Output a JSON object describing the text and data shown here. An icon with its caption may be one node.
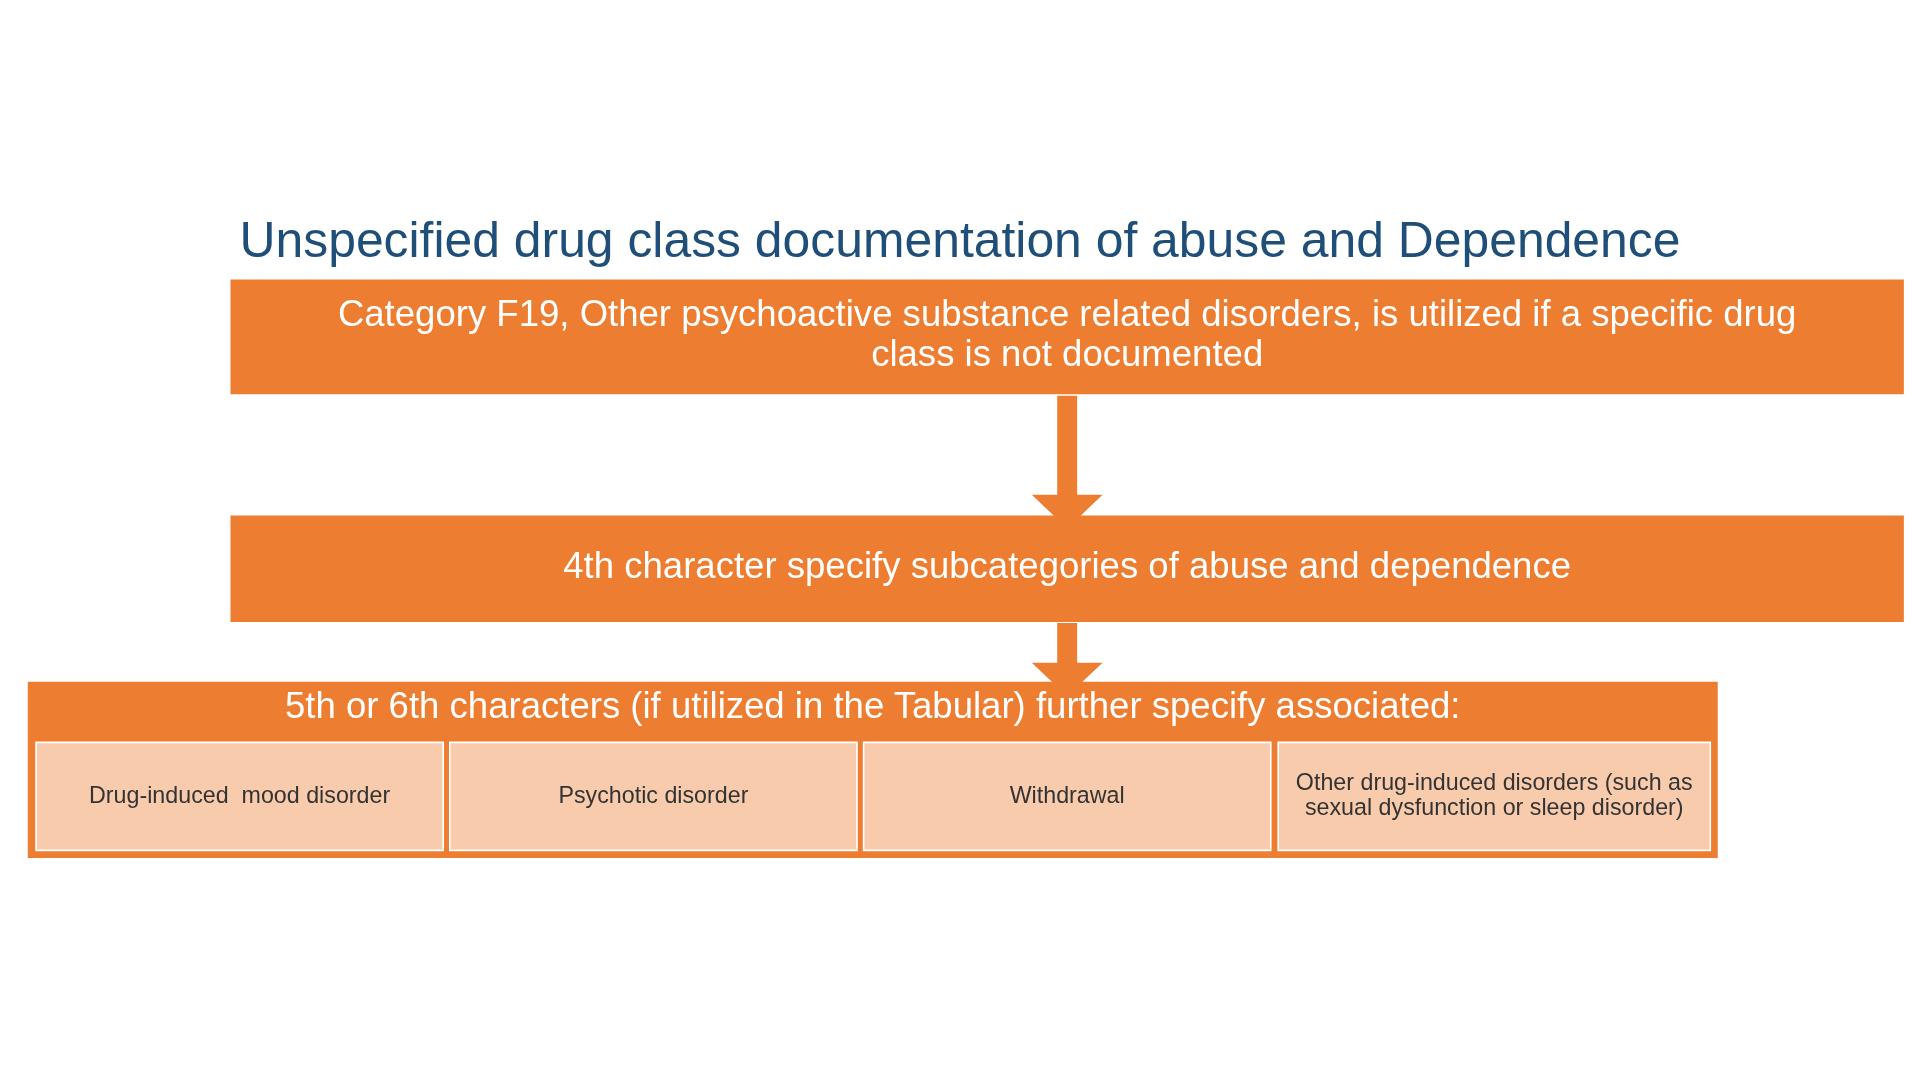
{
  "diagram": {
    "title": "Unspecified drug class documentation of abuse and Dependence",
    "nodes": [
      {
        "text": [
          "Category F19, Other psychoactive substance related disorders, is utilized if a specific drug class is not documented"
        ]
      },
      {
        "text": [
          "4th character specify subcategories of abuse and dependence"
        ]
      },
      {
        "text": [
          "5th or 6th characters (if utilized in the Tabular) further specify associated:"
        ]
      },
      {
        "text": [
          "Drug-induced  mood disorder"
        ],
        "in": 2
      },
      {
        "text": [
          "Psychotic disorder"
        ],
        "in": 2
      },
      {
        "text": [
          "Withdrawal"
        ],
        "in": 2
      },
      {
        "text": [
          "Other drug-induced disorders (such as sexual dysfunction or sleep disorder)"
        ],
        "in": 2
      }
    ],
    "edges": [
      {
        "from": 0,
        "to": 1,
        "arrow": "to"
      },
      {
        "from": 1,
        "to": 2,
        "arrow": "to"
      }
    ]
  }
}
